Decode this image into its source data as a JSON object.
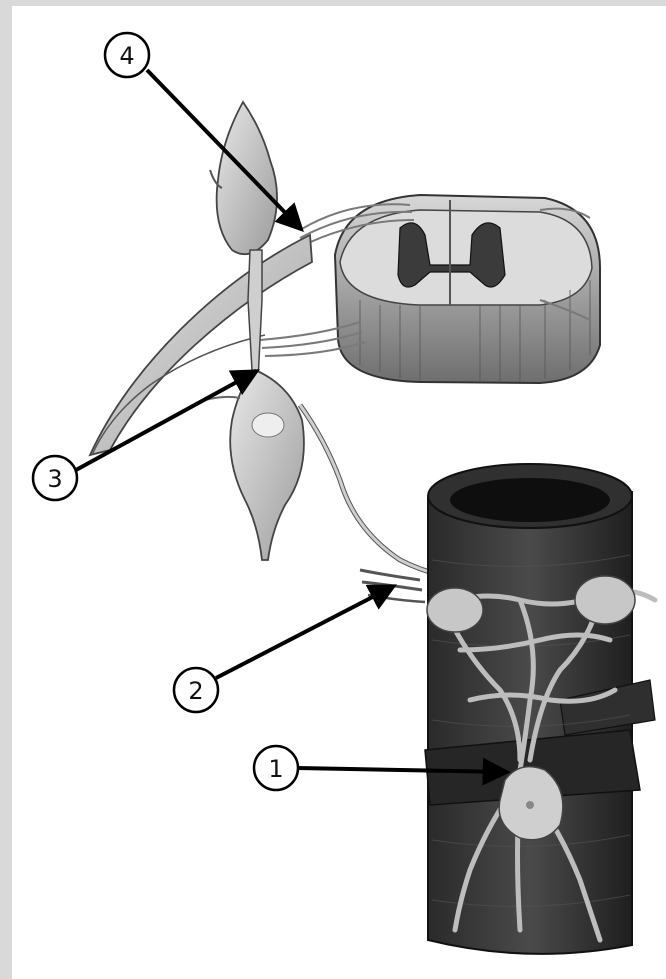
{
  "labels": {
    "l1": "1",
    "l2": "2",
    "l3": "3",
    "l4": "4"
  },
  "colors": {
    "background": "#d9d9d9",
    "panel": "#ffffff",
    "ink": "#111111",
    "tissue_light": "#c9c9c9",
    "tissue_dark": "#2c2c2c"
  }
}
